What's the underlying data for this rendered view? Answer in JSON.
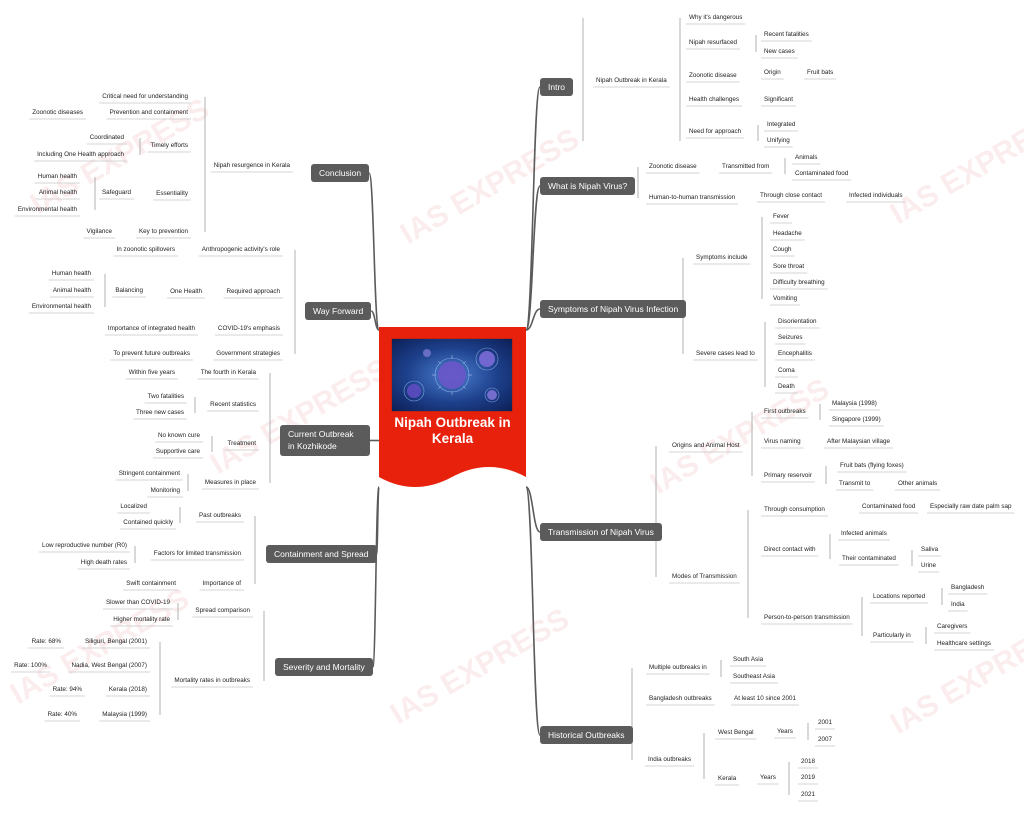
{
  "watermark": "IAS EXPRESS",
  "center": {
    "title_line1": "Nipah Outbreak in",
    "title_line2": "Kerala"
  },
  "branches": [
    "Intro",
    "What is Nipah Virus?",
    "Symptoms of Nipah Virus Infection",
    "Transmission of Nipah Virus",
    "Historical Outbreaks",
    "Conclusion",
    "Way Forward",
    "Current Outbreak in Kozhikode",
    "Containment and Spread",
    "Severity and Mortality"
  ],
  "labels": [
    "Nipah Outbreak in Kerala",
    "Why it's dangerous",
    "Nipah resurfaced",
    "Recent fatalities",
    "New cases",
    "Zoonotic disease",
    "Origin",
    "Fruit bats",
    "Health challenges",
    "Significant",
    "Need for approach",
    "Integrated",
    "Unifying",
    "Zoonotic disease",
    "Transmitted from",
    "Animals",
    "Contaminated food",
    "Human-to-human transmission",
    "Through close contact",
    "Infected individuals",
    "Symptoms include",
    "Fever",
    "Headache",
    "Cough",
    "Sore throat",
    "Difficulty breathing",
    "Vomiting",
    "Severe cases lead to",
    "Disorientation",
    "Seizures",
    "Encephalitis",
    "Coma",
    "Death",
    "Origins and Animal Host",
    "First outbreaks",
    "Malaysia (1998)",
    "Singapore (1999)",
    "Virus naming",
    "After Malaysian village",
    "Primary reservoir",
    "Fruit bats (flying foxes)",
    "Transmit to",
    "Other animals",
    "Modes of Transmission",
    "Through consumption",
    "Contaminated food",
    "Especially raw date palm sap",
    "Direct contact with",
    "Infected animals",
    "Their contaminated",
    "Saliva",
    "Urine",
    "Person-to-person transmission",
    "Locations reported",
    "Bangladesh",
    "India",
    "Particularly in",
    "Caregivers",
    "Healthcare settings",
    "Multiple outbreaks in",
    "South Asia",
    "Southeast Asia",
    "Bangladesh outbreaks",
    "At least 10 since 2001",
    "India outbreaks",
    "West Bengal",
    "Years",
    "2001",
    "2007",
    "Kerala",
    "Years",
    "2018",
    "2019",
    "2021",
    "Nipah resurgence in Kerala",
    "Critical need for understanding",
    "Prevention and containment",
    "Zoonotic diseases",
    "Timely efforts",
    "Coordinated",
    "Including One Health approach",
    "Essentiality",
    "Safeguard",
    "Human health",
    "Animal health",
    "Environmental health",
    "Key to prevention",
    "Vigilance",
    "Anthropogenic activity's role",
    "In zoonotic spillovers",
    "Required approach",
    "One Health",
    "Balancing",
    "Human health",
    "Animal health",
    "Environmental health",
    "COVID-19's emphasis",
    "Importance of integrated health",
    "Government strategies",
    "To prevent future outbreaks",
    "The fourth in Kerala",
    "Within five years",
    "Recent statistics",
    "Two fatalities",
    "Three new cases",
    "Treatment",
    "No known cure",
    "Supportive care",
    "Measures in place",
    "Stringent containment",
    "Monitoring",
    "Past outbreaks",
    "Localized",
    "Contained quickly",
    "Factors for limited transmission",
    "Low reproductive number (R0)",
    "High death rates",
    "Importance of",
    "Swift containment",
    "Spread comparison",
    "Slower than COVID-19",
    "Higher mortality rate",
    "Mortality rates in outbreaks",
    "Siliguri, Bengal (2001)",
    "Rate: 68%",
    "Nadia, West Bengal (2007)",
    "Rate: 100%",
    "Kerala (2018)",
    "Rate: 94%",
    "Malaysia (1999)",
    "Rate: 40%"
  ],
  "colors": {
    "branch_bg": "#5b5b5b",
    "branch_text": "#ffffff",
    "center_red": "#e8210c",
    "line": "#5b5b5b",
    "leaf_underline": "#c8c8c8"
  }
}
